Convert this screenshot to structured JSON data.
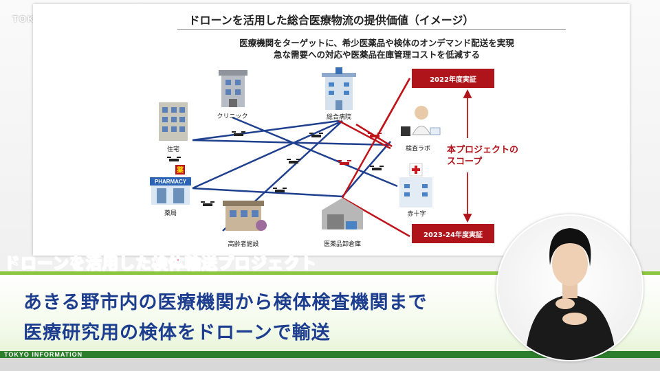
{
  "channel": {
    "logo": "TOKYO MX",
    "footer": "TOKYO INFORMATION"
  },
  "slide": {
    "title": "ドローンを活用した総合医療物流の提供価値（イメージ）",
    "subtitle_line1": "医療機関をターゲットに、希少医薬品や検体のオンデマンド配送を実現",
    "subtitle_line2": "急な需要への対応や医薬品在庫管理コストを低減する",
    "nodes": {
      "clinic": "クリニック",
      "hospital": "総合病院",
      "home": "住宅",
      "lab": "検査ラボ",
      "pharmacy": "薬局",
      "pharmacy_sign": "PHARMACY",
      "pharmacy_mark": "薬",
      "redcross": "赤十字",
      "elderly": "高齢者施設",
      "warehouse": "医薬品卸倉庫"
    },
    "phase_2022": "2022年度実証",
    "phase_2023": "2023-24年度実証",
    "scope_line1": "本プロジェクトの",
    "scope_line2": "スコープ",
    "colors": {
      "accent_red": "#b0141b",
      "route_blue": "#1f3f8f",
      "route_red": "#c0141b"
    }
  },
  "caption": {
    "topic": "ドローンを活用した検体輸送プロジェクト",
    "line1": "あきる野市内の医療機関から検体検査機関まで",
    "line2": "医療研究用の検体をドローンで輸送"
  }
}
